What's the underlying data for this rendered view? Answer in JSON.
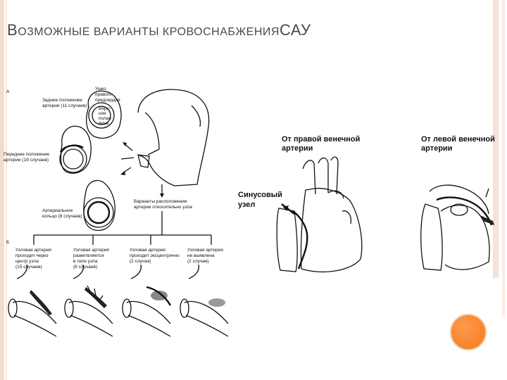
{
  "title": {
    "first_letter": "В",
    "main": "ОЗМОЖНЫЕ ВАРИАНТЫ КРОВОСНАБЖЕНИЯ",
    "tail": "САУ"
  },
  "figure_left": {
    "label_a": "А",
    "label_b": "Б",
    "posterior": [
      "Заднее положение",
      "артерии (11 случаев)"
    ],
    "atrium": [
      "Ушко",
      "правого",
      "предсердия"
    ],
    "vena": [
      "Верх-",
      "няя",
      "полая",
      "вена"
    ],
    "anterior": [
      "Переднее положение",
      "артерии (19 случаев)"
    ],
    "ring": [
      "Артериальное",
      "кольцо (8 случаев)"
    ],
    "variants": [
      "Варианты расположения",
      "артерии относительно узла"
    ],
    "panels": [
      [
        "Узловая артерия",
        "проходит через",
        "центр узла",
        "(15 случаев)"
      ],
      [
        "Узловая артерия",
        "разветвляется",
        "в теле узла",
        "(8 случаев)"
      ],
      [
        "Узловая артерия",
        "проходит эксцентрично",
        "(2 случая)"
      ],
      [
        "Узловая артерия",
        "не выявлена",
        "(2 случая)"
      ]
    ]
  },
  "figure_mid": {
    "from_right": [
      "От правой венечной",
      "артерии"
    ],
    "sinus": [
      "Синусовый",
      "узел"
    ]
  },
  "figure_right": {
    "from_left": [
      "От левой венечной",
      "артерии"
    ]
  },
  "colors": {
    "title": "#4a4a4a",
    "accent": "#f07a1e",
    "frame": "#f4dccb"
  }
}
